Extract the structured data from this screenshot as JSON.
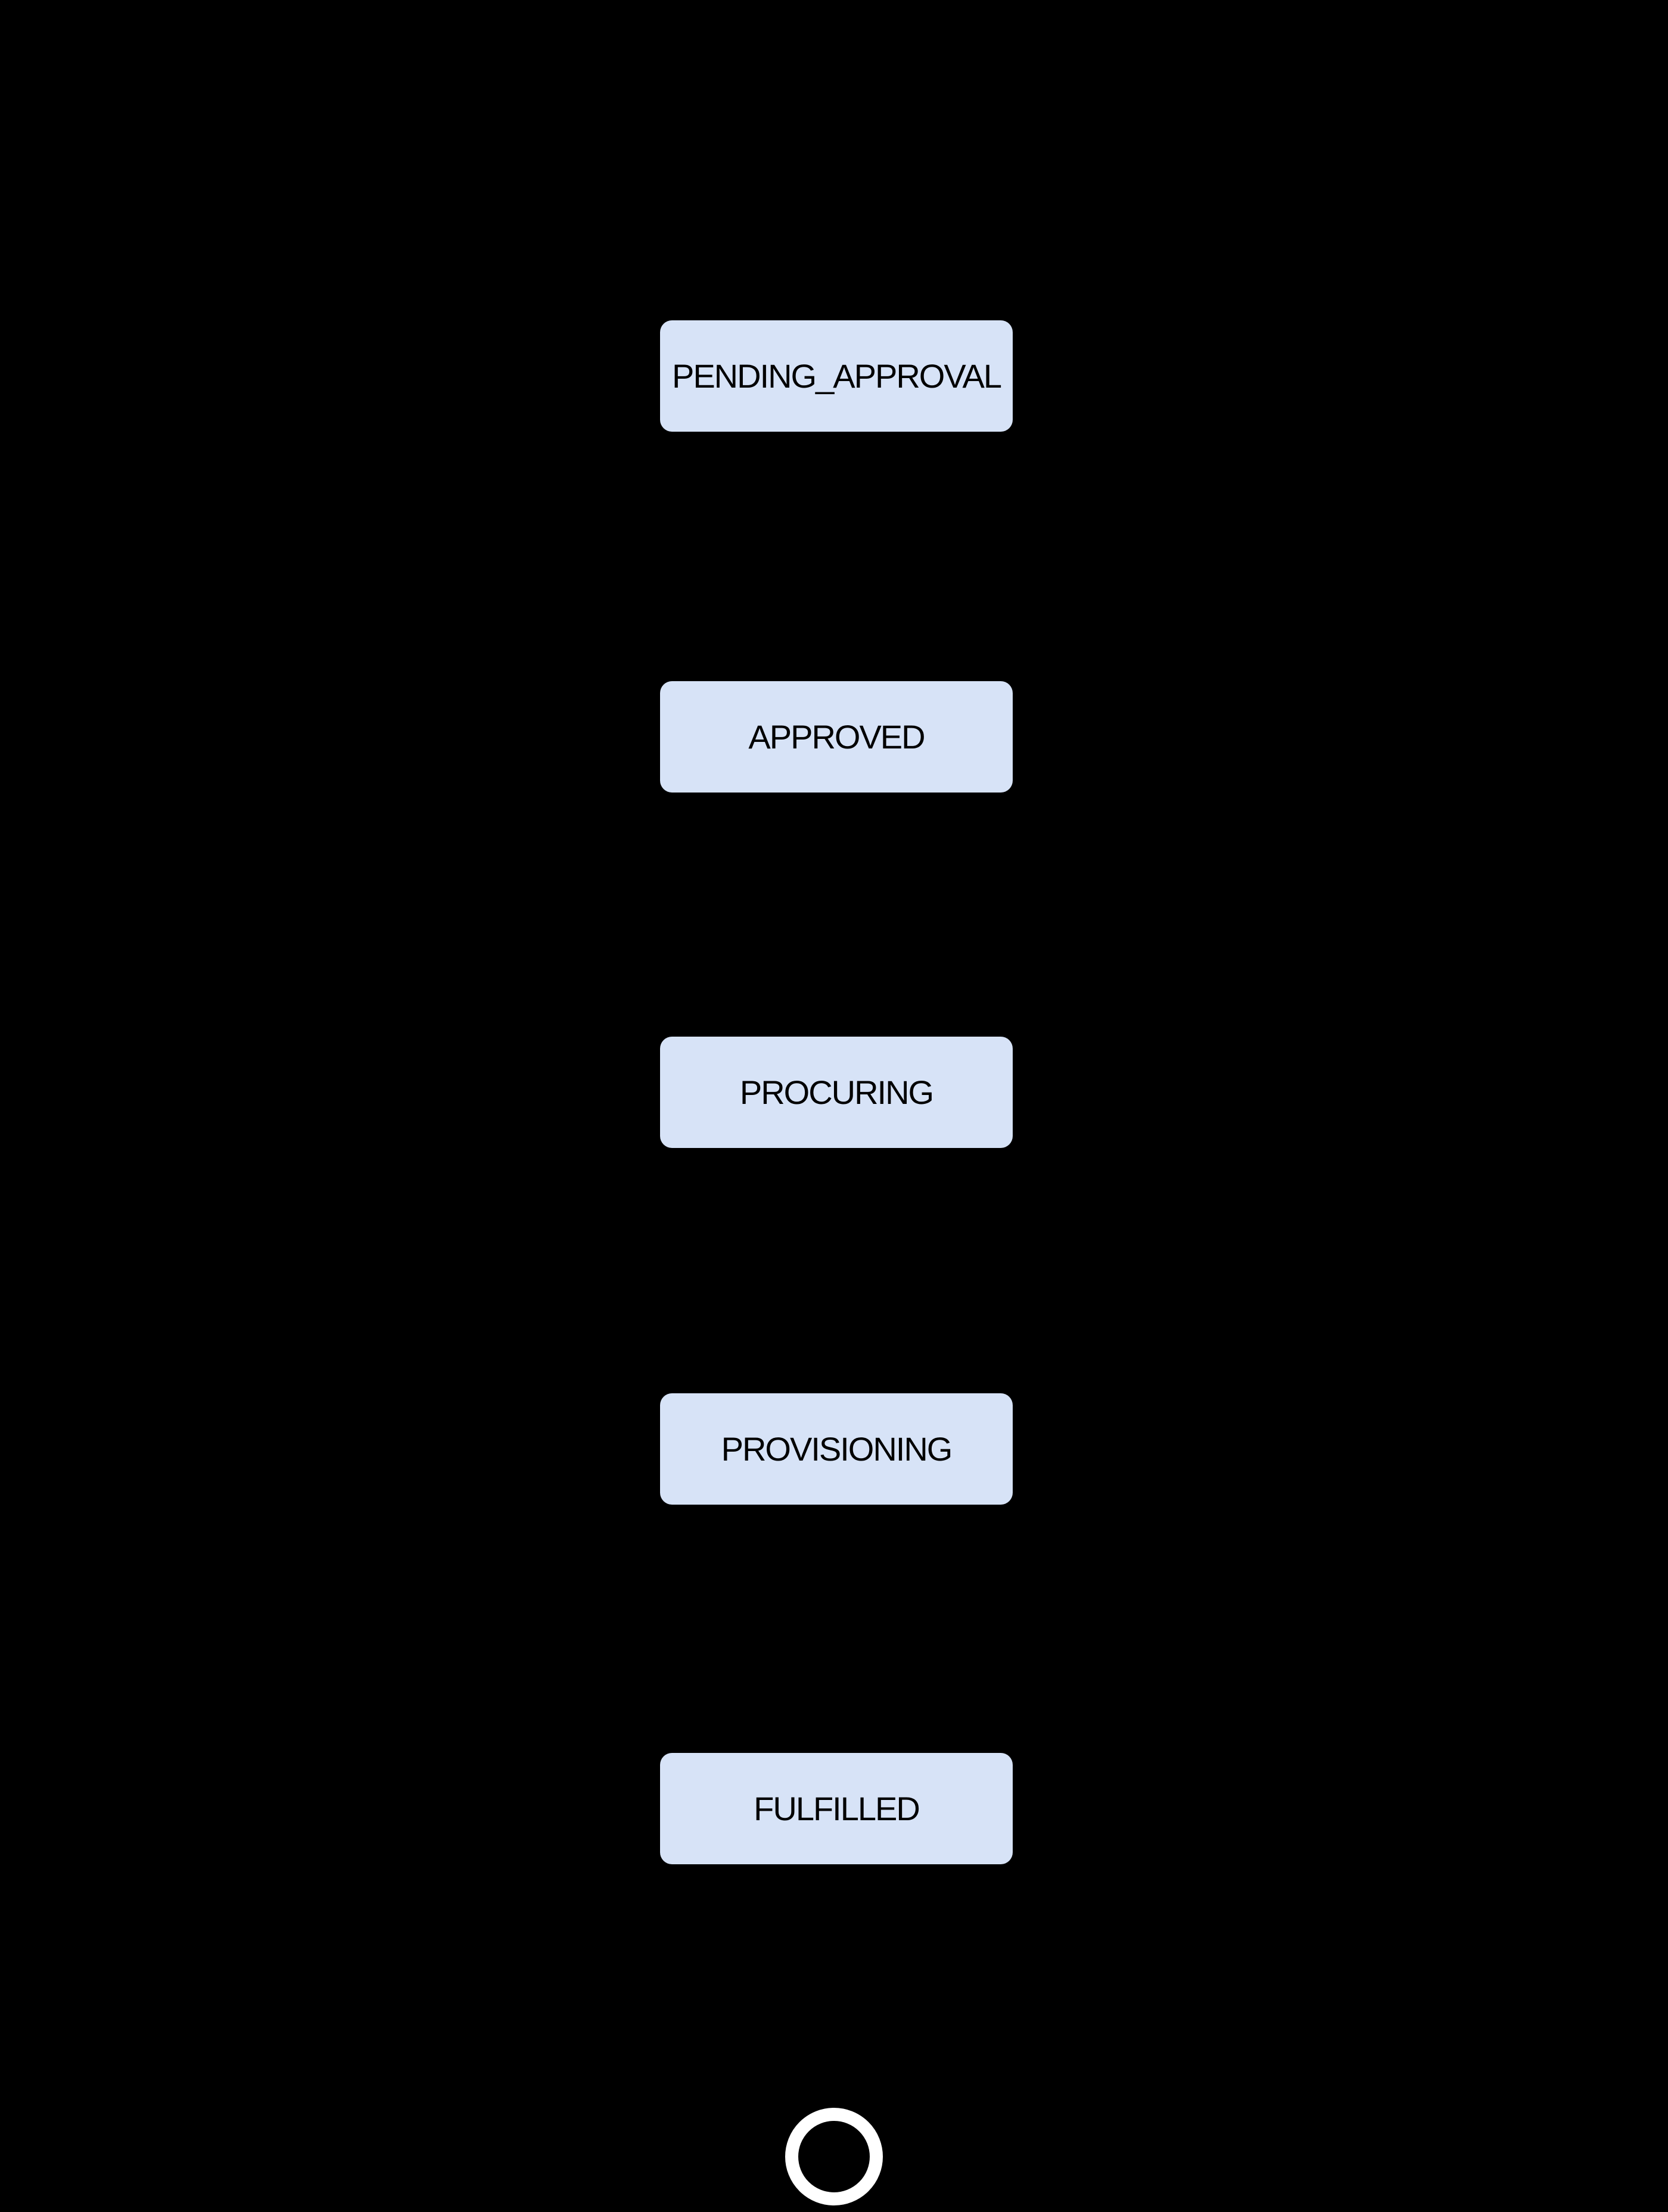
{
  "diagram": {
    "type": "state-flow",
    "direction": "top-down",
    "nodes": [
      {
        "id": "pending_approval",
        "label": "PENDING_APPROVAL"
      },
      {
        "id": "approved",
        "label": "APPROVED"
      },
      {
        "id": "procuring",
        "label": "PROCURING"
      },
      {
        "id": "provisioning",
        "label": "PROVISIONING"
      },
      {
        "id": "fulfilled",
        "label": "FULFILLED"
      }
    ],
    "final_state": {
      "shape": "ring"
    }
  },
  "colors": {
    "background": "#000000",
    "node-fill": "#d7e3f7",
    "node-text": "#000000",
    "ring": "#ffffff"
  }
}
